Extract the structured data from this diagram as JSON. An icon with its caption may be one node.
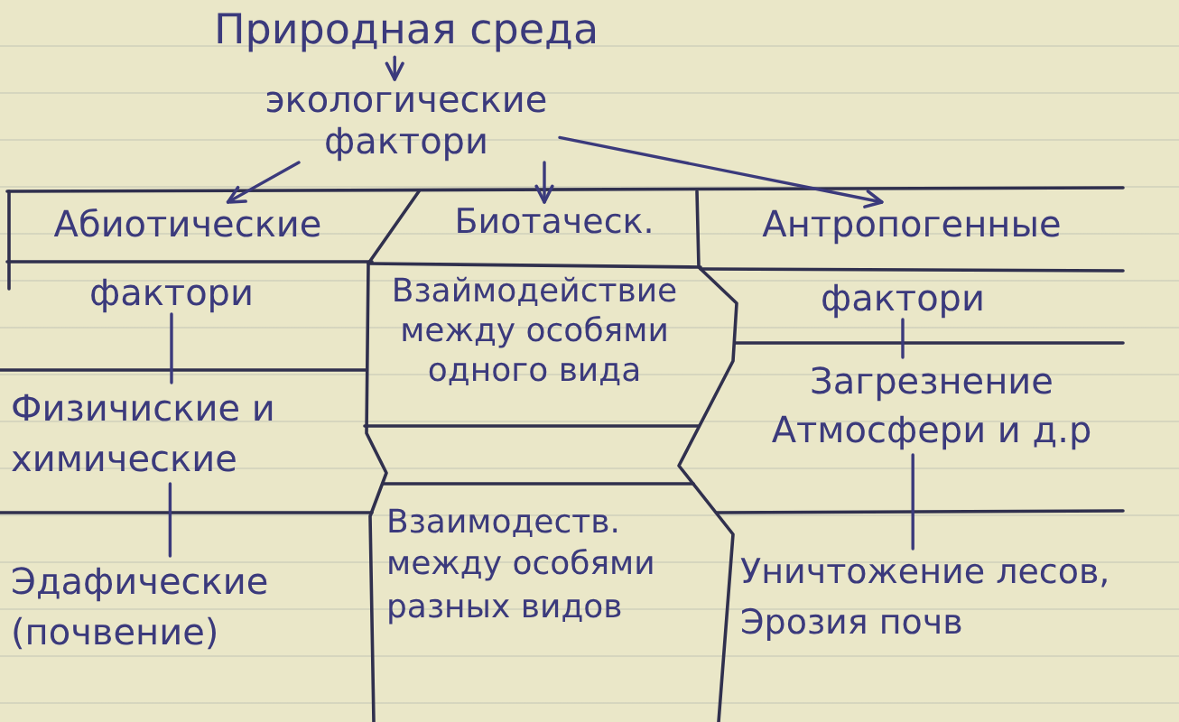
{
  "diagram": {
    "nodes": [
      {
        "text": [
          "Природная среда"
        ]
      },
      {
        "text": [
          "экологические фактори"
        ]
      },
      {
        "text": [
          "Абиотические"
        ]
      },
      {
        "text": [
          "Биотаческ."
        ]
      },
      {
        "text": [
          "Антропогенные"
        ]
      },
      {
        "text": [
          "фактори"
        ]
      },
      {
        "text": [
          "Взаймодействие между особями одного вида"
        ]
      },
      {
        "text": [
          "фактори"
        ]
      },
      {
        "text": [
          "Физичиские и химические"
        ]
      },
      {
        "text": [
          "Загрезнение Атмосфери и д.р"
        ]
      },
      {
        "text": [
          "Эдафические (почвение)"
        ]
      },
      {
        "text": [
          "Взаимодеств. между особями разных видов"
        ]
      },
      {
        "text": [
          "Уничтожение лесов, Эрозия почв"
        ]
      }
    ],
    "edges": [
      {
        "from": 0,
        "to": 1,
        "arrow": "to"
      },
      {
        "from": 1,
        "to": 2,
        "arrow": "to"
      },
      {
        "from": 1,
        "to": 3,
        "arrow": "to"
      },
      {
        "from": 1,
        "to": 4,
        "arrow": "to"
      },
      {
        "from": 5,
        "to": 8,
        "arrow": "none"
      },
      {
        "from": 8,
        "to": 10,
        "arrow": "none"
      },
      {
        "from": 7,
        "to": 9,
        "arrow": "none"
      },
      {
        "from": 9,
        "to": 12,
        "arrow": "none"
      }
    ]
  }
}
